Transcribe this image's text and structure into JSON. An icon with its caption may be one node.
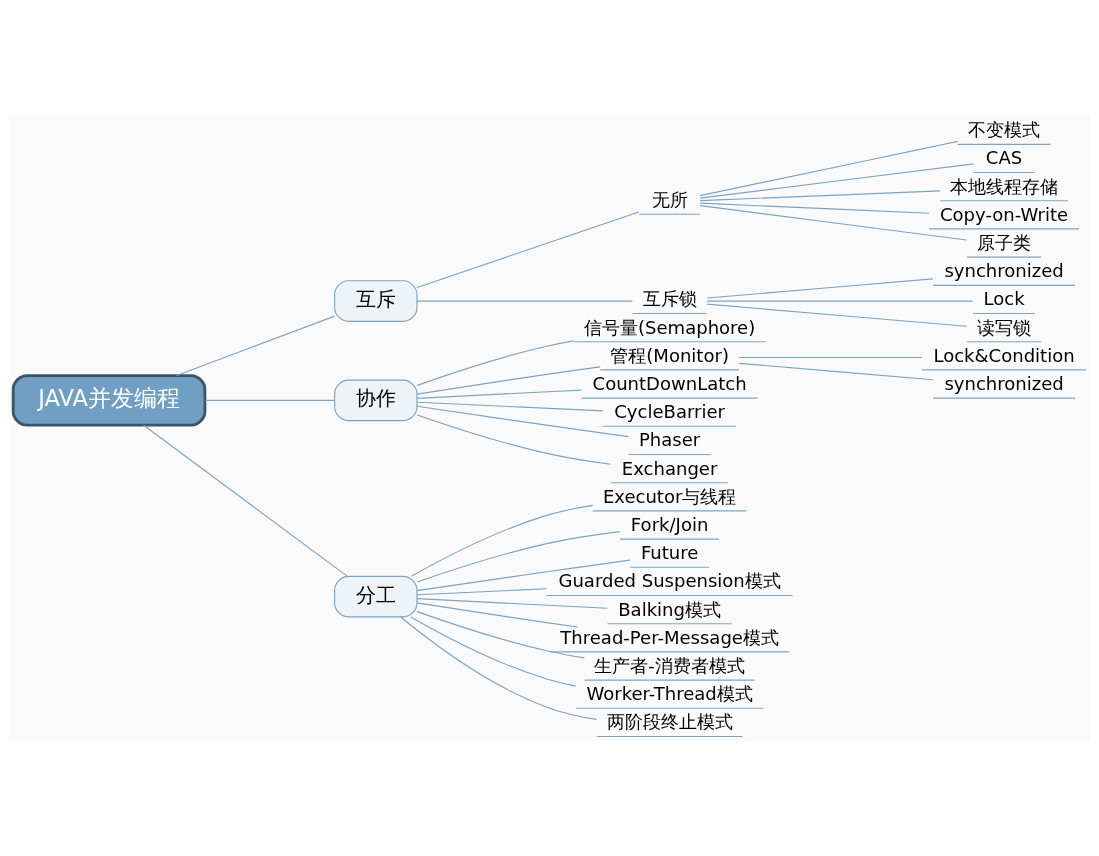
{
  "diagram": {
    "nodes": [
      {
        "text": [
          "JAVA并发编程"
        ]
      },
      {
        "text": [
          "互斥"
        ]
      },
      {
        "text": [
          "无所"
        ]
      },
      {
        "text": [
          "不变模式"
        ]
      },
      {
        "text": [
          "CAS"
        ]
      },
      {
        "text": [
          "本地线程存储"
        ]
      },
      {
        "text": [
          "Copy-on-Write"
        ]
      },
      {
        "text": [
          "原子类"
        ]
      },
      {
        "text": [
          "互斥锁"
        ]
      },
      {
        "text": [
          "synchronized"
        ]
      },
      {
        "text": [
          "Lock"
        ]
      },
      {
        "text": [
          "读写锁"
        ]
      },
      {
        "text": [
          "协作"
        ]
      },
      {
        "text": [
          "信号量(Semaphore)"
        ]
      },
      {
        "text": [
          "管程(Monitor)"
        ]
      },
      {
        "text": [
          "Lock&Condition"
        ]
      },
      {
        "text": [
          "synchronized"
        ]
      },
      {
        "text": [
          "CountDownLatch"
        ]
      },
      {
        "text": [
          "CycleBarrier"
        ]
      },
      {
        "text": [
          "Phaser"
        ]
      },
      {
        "text": [
          "Exchanger"
        ]
      },
      {
        "text": [
          "分工"
        ]
      },
      {
        "text": [
          "Executor与线程"
        ]
      },
      {
        "text": [
          "Fork/Join"
        ]
      },
      {
        "text": [
          "Future"
        ]
      },
      {
        "text": [
          "Guarded Suspension模式"
        ]
      },
      {
        "text": [
          "Balking模式"
        ]
      },
      {
        "text": [
          "Thread-Per-Message模式"
        ]
      },
      {
        "text": [
          "生产者-消费者模式"
        ]
      },
      {
        "text": [
          "Worker-Thread模式"
        ]
      },
      {
        "text": [
          "两阶段终止模式"
        ]
      }
    ],
    "edges": [
      {
        "from": 0,
        "to": 1,
        "arrow": "none"
      },
      {
        "from": 1,
        "to": 2,
        "arrow": "none"
      },
      {
        "from": 2,
        "to": 3,
        "arrow": "none"
      },
      {
        "from": 2,
        "to": 4,
        "arrow": "none"
      },
      {
        "from": 2,
        "to": 5,
        "arrow": "none"
      },
      {
        "from": 2,
        "to": 6,
        "arrow": "none"
      },
      {
        "from": 2,
        "to": 7,
        "arrow": "none"
      },
      {
        "from": 1,
        "to": 8,
        "arrow": "none"
      },
      {
        "from": 8,
        "to": 9,
        "arrow": "none"
      },
      {
        "from": 8,
        "to": 10,
        "arrow": "none"
      },
      {
        "from": 8,
        "to": 11,
        "arrow": "none"
      },
      {
        "from": 0,
        "to": 12,
        "arrow": "none"
      },
      {
        "from": 12,
        "to": 13,
        "arrow": "none"
      },
      {
        "from": 12,
        "to": 14,
        "arrow": "none"
      },
      {
        "from": 14,
        "to": 15,
        "arrow": "none"
      },
      {
        "from": 14,
        "to": 16,
        "arrow": "none"
      },
      {
        "from": 12,
        "to": 17,
        "arrow": "none"
      },
      {
        "from": 12,
        "to": 18,
        "arrow": "none"
      },
      {
        "from": 12,
        "to": 19,
        "arrow": "none"
      },
      {
        "from": 12,
        "to": 20,
        "arrow": "none"
      },
      {
        "from": 0,
        "to": 21,
        "arrow": "none"
      },
      {
        "from": 21,
        "to": 22,
        "arrow": "none"
      },
      {
        "from": 21,
        "to": 23,
        "arrow": "none"
      },
      {
        "from": 21,
        "to": 24,
        "arrow": "none"
      },
      {
        "from": 21,
        "to": 25,
        "arrow": "none"
      },
      {
        "from": 21,
        "to": 26,
        "arrow": "none"
      },
      {
        "from": 21,
        "to": 27,
        "arrow": "none"
      },
      {
        "from": 21,
        "to": 28,
        "arrow": "none"
      },
      {
        "from": 21,
        "to": 29,
        "arrow": "none"
      },
      {
        "from": 21,
        "to": 30,
        "arrow": "none"
      }
    ]
  }
}
